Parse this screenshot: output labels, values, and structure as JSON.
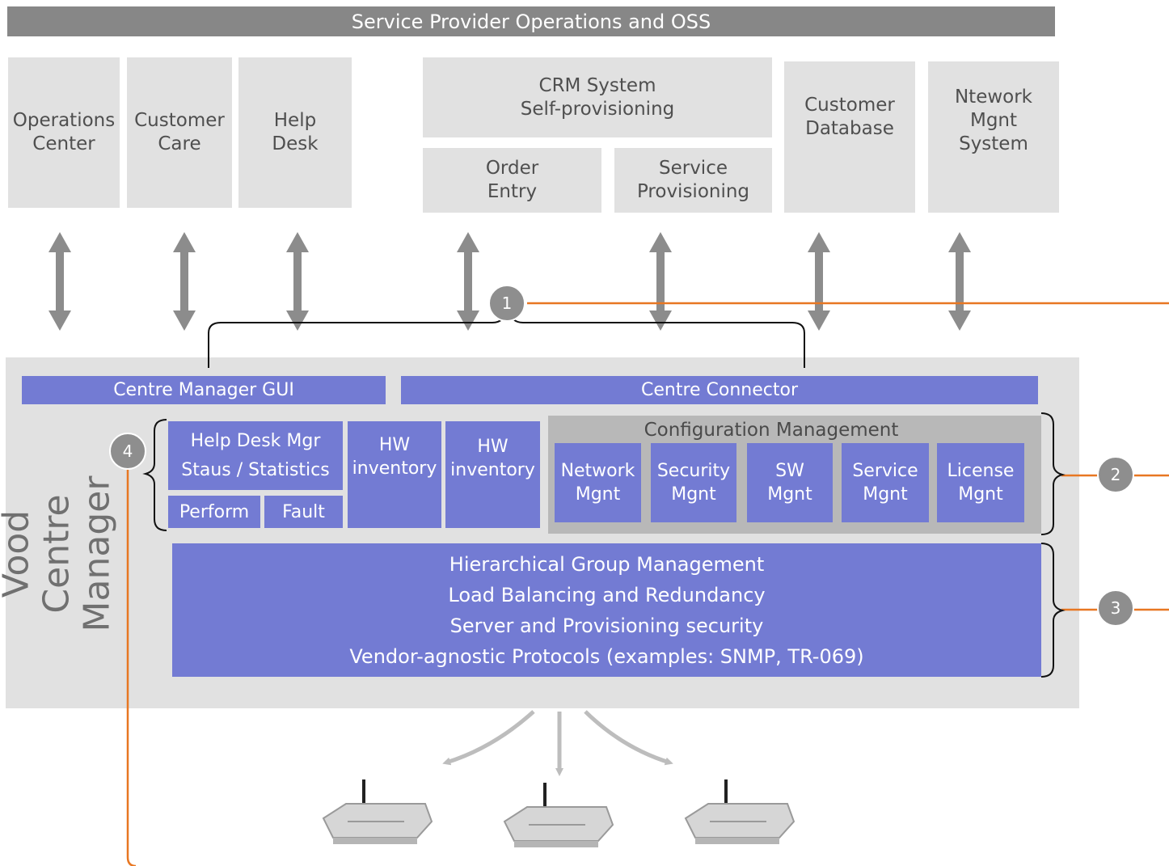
{
  "header": {
    "title": "Service Provider Operations and OSS"
  },
  "systems": {
    "operations_center": "Operations\nCenter",
    "customer_care": "Customer\nCare",
    "help_desk": "Help\nDesk",
    "crm_system": "CRM System\nSelf-provisioning",
    "order_entry": "Order\nEntry",
    "service_provisioning": "Service\nProvisioning",
    "customer_database": "Customer\nDatabase",
    "network_mgnt_system": "Ntework\nMgnt\nSystem"
  },
  "vcm": {
    "title": "Vood Centre\nManager",
    "gui_bar": "Centre Manager GUI",
    "connector_bar": "Centre Connector",
    "help_desk_mgr": "Help Desk Mgr\nStaus / Statistics",
    "perform": "Perform",
    "fault": "Fault",
    "hw_inventory_1": "HW\ninventory",
    "hw_inventory_2": "HW\ninventory",
    "config_mgmt": {
      "title": "Configuration Management",
      "items": [
        "Network\nMgnt",
        "Security\nMgnt",
        "SW\nMgnt",
        "Service\nMgnt",
        "License\nMgnt"
      ]
    },
    "hgm_lines": [
      "Hierarchical Group Management",
      "Load Balancing and Redundancy",
      "Server and Provisioning security",
      "Vendor-agnostic Protocols (examples: SNMP, TR-069)"
    ]
  },
  "callouts": [
    "1",
    "2",
    "3",
    "4"
  ],
  "colors": {
    "header_gray": "#878787",
    "box_gray": "#e1e1e1",
    "blue": "#737bd3",
    "arrow_gray": "#8c8c8c",
    "orange": "#e87722",
    "device_arrow": "#bdbdbd"
  },
  "icons": {
    "device": "wireless-router-icon"
  }
}
